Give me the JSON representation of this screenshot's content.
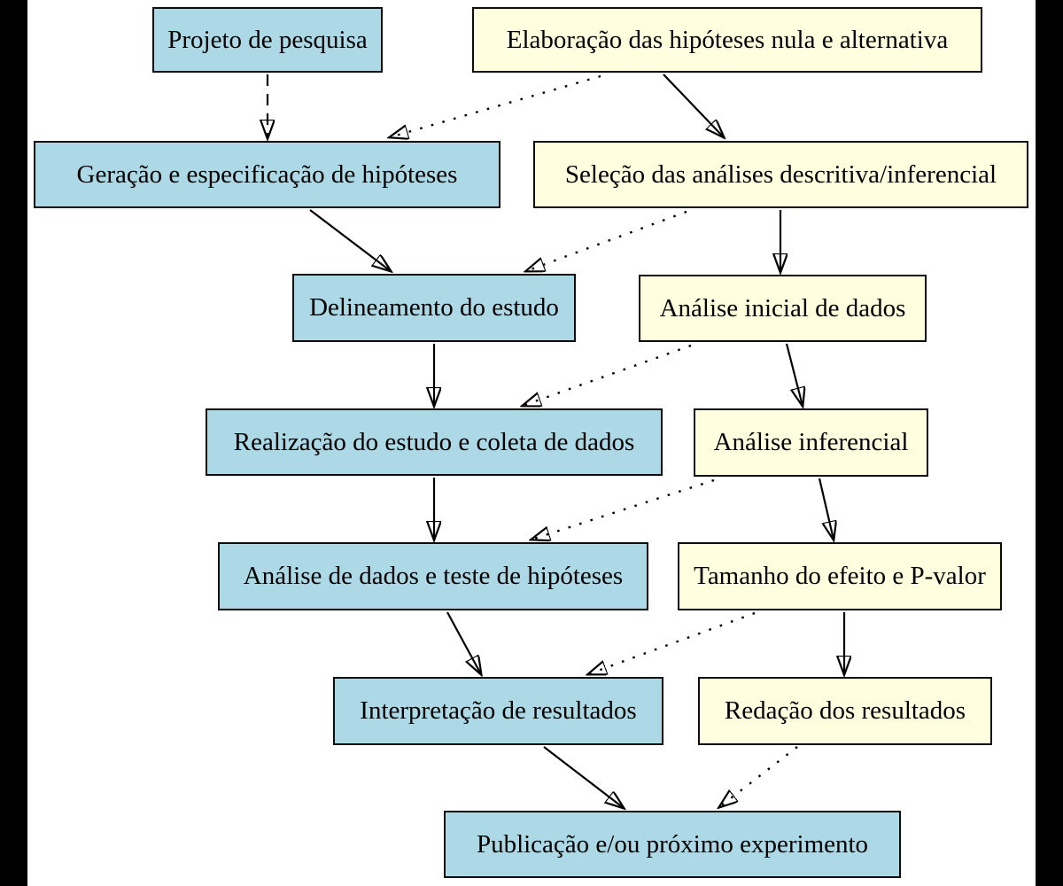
{
  "diagram": {
    "background_color": "#ffffff",
    "letterbox_color": "#000000",
    "line_color": "#000000",
    "border_color": "#0d0d0d",
    "node_colors": {
      "blue": "#add8e6",
      "yellow": "#ffffe0"
    },
    "nodes": [
      {
        "id": "projeto",
        "label": "Projeto de pesquisa",
        "color": "blue"
      },
      {
        "id": "elaboracao",
        "label": "Elaboração das hipóteses nula e alternativa",
        "color": "yellow"
      },
      {
        "id": "geracao",
        "label": "Geração e especificação de hipóteses",
        "color": "blue"
      },
      {
        "id": "selecao",
        "label": "Seleção das análises descritiva/inferencial",
        "color": "yellow"
      },
      {
        "id": "delineamento",
        "label": "Delineamento do estudo",
        "color": "blue"
      },
      {
        "id": "analise_inicial",
        "label": "Análise inicial de dados",
        "color": "yellow"
      },
      {
        "id": "realizacao",
        "label": "Realização do estudo e coleta de dados",
        "color": "blue"
      },
      {
        "id": "analise_inferencial",
        "label": "Análise inferencial",
        "color": "yellow"
      },
      {
        "id": "analise_dados",
        "label": "Análise de dados e teste de hipóteses",
        "color": "blue"
      },
      {
        "id": "tamanho",
        "label": "Tamanho do efeito e P-valor",
        "color": "yellow"
      },
      {
        "id": "interpretacao",
        "label": "Interpretação de resultados",
        "color": "blue"
      },
      {
        "id": "redacao",
        "label": "Redação dos resultados",
        "color": "yellow"
      },
      {
        "id": "publicacao",
        "label": "Publicação e/ou próximo experimento",
        "color": "blue"
      }
    ],
    "edges": [
      {
        "from": "projeto",
        "to": "geracao",
        "style": "dashed"
      },
      {
        "from": "elaboracao",
        "to": "geracao",
        "style": "dotted"
      },
      {
        "from": "elaboracao",
        "to": "selecao",
        "style": "solid"
      },
      {
        "from": "geracao",
        "to": "delineamento",
        "style": "solid"
      },
      {
        "from": "selecao",
        "to": "delineamento",
        "style": "dotted"
      },
      {
        "from": "selecao",
        "to": "analise_inicial",
        "style": "solid"
      },
      {
        "from": "delineamento",
        "to": "realizacao",
        "style": "solid"
      },
      {
        "from": "analise_inicial",
        "to": "realizacao",
        "style": "dotted"
      },
      {
        "from": "analise_inicial",
        "to": "analise_inferencial",
        "style": "solid"
      },
      {
        "from": "realizacao",
        "to": "analise_dados",
        "style": "solid"
      },
      {
        "from": "analise_inferencial",
        "to": "analise_dados",
        "style": "dotted"
      },
      {
        "from": "analise_inferencial",
        "to": "tamanho",
        "style": "solid"
      },
      {
        "from": "analise_dados",
        "to": "interpretacao",
        "style": "solid"
      },
      {
        "from": "tamanho",
        "to": "interpretacao",
        "style": "dotted"
      },
      {
        "from": "tamanho",
        "to": "redacao",
        "style": "solid"
      },
      {
        "from": "interpretacao",
        "to": "publicacao",
        "style": "solid"
      },
      {
        "from": "redacao",
        "to": "publicacao",
        "style": "dotted"
      }
    ]
  }
}
